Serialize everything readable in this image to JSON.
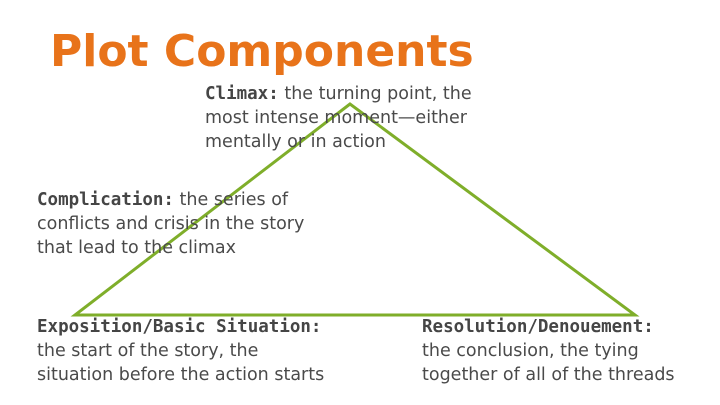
{
  "slide": {
    "title": "Plot Components",
    "accent_color": "#e8731a",
    "triangle_color": "#7fae2a"
  },
  "climax": {
    "term": "Climax:",
    "line1_rest": " the turning point, the",
    "line2": "most intense moment—either",
    "line3": "mentally or in action"
  },
  "complication": {
    "term": "Complication:",
    "line1_rest": " the series of",
    "line2": "conflicts and crisis in the story",
    "line3": "that lead to the climax"
  },
  "exposition": {
    "term": "Exposition/Basic Situation:",
    "line2": "the start of the story, the",
    "line3": "situation before the action starts"
  },
  "resolution": {
    "term": "Resolution/Denouement:",
    "line2": "the conclusion, the tying",
    "line3": "together of all of the threads"
  }
}
